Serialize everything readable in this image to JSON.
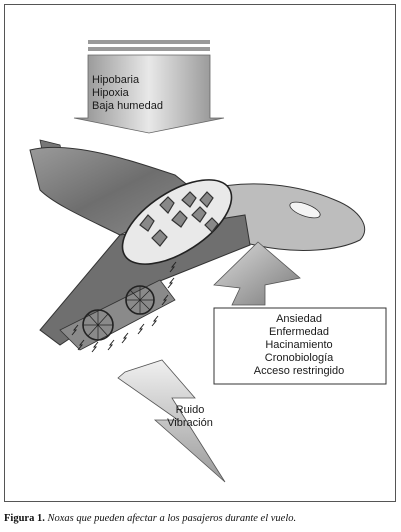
{
  "diagram": {
    "top_arrow_labels": [
      "Hipobaria",
      "Hipoxia",
      "Baja humedad"
    ],
    "box_labels": [
      "Ansiedad",
      "Enfermedad",
      "Hacinamiento",
      "Cronobiología",
      "Acceso restringido"
    ],
    "zigzag_labels": [
      "Ruido",
      "Vibración"
    ]
  },
  "caption": {
    "figure_label": "Figura 1.",
    "text": "Noxas que pueden afectar a los pasajeros durante el vuelo."
  }
}
